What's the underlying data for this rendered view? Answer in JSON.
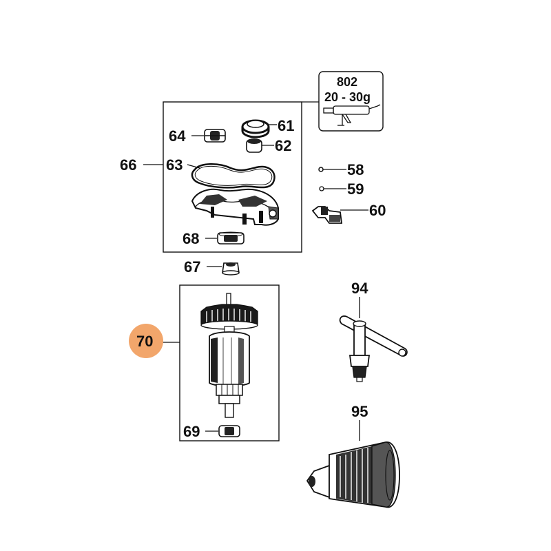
{
  "colors": {
    "ink": "#111111",
    "highlight": "#f2a66b",
    "paper": "#ffffff"
  },
  "callouts": {
    "p58": "58",
    "p59": "59",
    "p60": "60",
    "p61": "61",
    "p62": "62",
    "p63": "63",
    "p64": "64",
    "p66": "66",
    "p67": "67",
    "p68": "68",
    "p69": "69",
    "p70": "70",
    "p94": "94",
    "p95": "95"
  },
  "grease_box": {
    "code": "802",
    "amount": "20 - 30g",
    "icon": "grease-gun-icon"
  }
}
